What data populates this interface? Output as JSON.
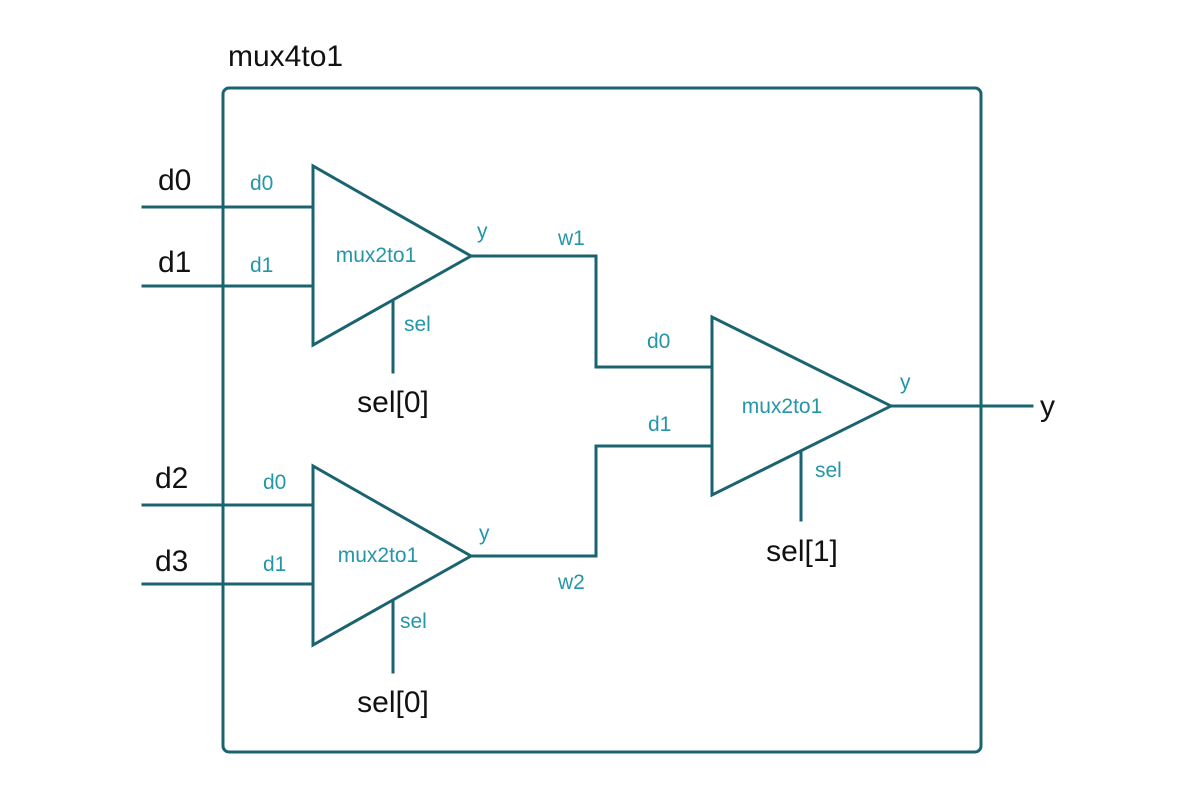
{
  "module": {
    "name": "mux4to1"
  },
  "inputs": [
    "d0",
    "d1",
    "d2",
    "d3"
  ],
  "output": "y",
  "instances": [
    {
      "type": "mux2to1",
      "ports": {
        "in0": "d0",
        "in1": "d1",
        "out": "y",
        "sel": "sel"
      },
      "sel_signal": "sel[0]"
    },
    {
      "type": "mux2to1",
      "ports": {
        "in0": "d0",
        "in1": "d1",
        "out": "y",
        "sel": "sel"
      },
      "sel_signal": "sel[0]"
    },
    {
      "type": "mux2to1",
      "ports": {
        "in0": "d0",
        "in1": "d1",
        "out": "y",
        "sel": "sel"
      },
      "sel_signal": "sel[1]"
    }
  ],
  "wires": [
    "w1",
    "w2"
  ],
  "colors": {
    "stroke": "#1a6470",
    "port_label": "#2596a8",
    "text": "#111111"
  }
}
